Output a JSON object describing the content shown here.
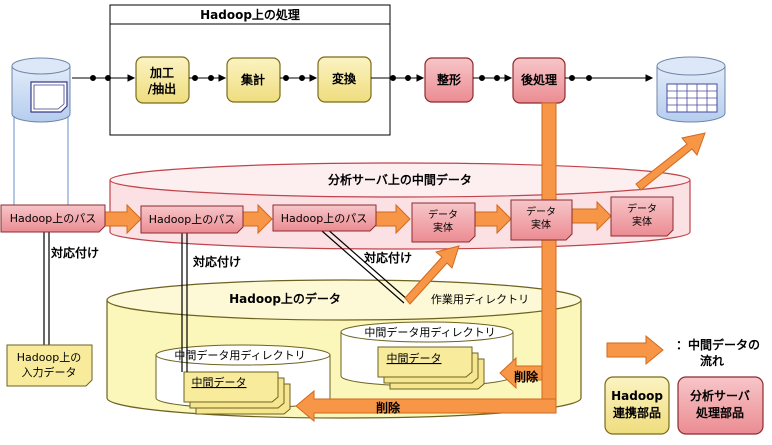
{
  "hadoop_process": {
    "title": "Hadoop上の処理",
    "steps": [
      {
        "lines": [
          "加工",
          "/抽出"
        ]
      },
      {
        "lines": [
          "集計"
        ]
      },
      {
        "lines": [
          "変換"
        ]
      }
    ]
  },
  "server_steps": [
    {
      "lines": [
        "整形"
      ]
    },
    {
      "lines": [
        "後処理"
      ]
    }
  ],
  "intermediate_server": {
    "title": "分析サーバ上の中間データ",
    "paths": [
      "Hadoop上のパス",
      "Hadoop上のパス",
      "Hadoop上のパス"
    ],
    "entities": [
      {
        "lines": [
          "データ",
          "実体"
        ]
      },
      {
        "lines": [
          "データ",
          "実体"
        ]
      },
      {
        "lines": [
          "データ",
          "実体"
        ]
      }
    ]
  },
  "mapping_labels": [
    "対応付け",
    "対応付け",
    "対応付け"
  ],
  "hadoop_data": {
    "title": "Hadoop上のデータ",
    "work_dir": "作業用ディレクトリ",
    "intermediate_dir_1": "中間データ用ディレクトリ",
    "intermediate_dir_2": "中間データ用ディレクトリ",
    "intermediate_data_1": "中間データ",
    "intermediate_data_2": "中間データ"
  },
  "input_data": {
    "lines": [
      "Hadoop上の",
      "入力データ"
    ]
  },
  "delete_labels": [
    "削除",
    "削除"
  ],
  "legend": {
    "flow": [
      "：中間データの",
      "流れ"
    ],
    "hadoop_part": [
      "Hadoop",
      "連携部品"
    ],
    "server_part": [
      "分析サーバ",
      "処理部品"
    ]
  },
  "colors": {
    "hadoop_yellow": "#f8ec9c",
    "server_pink": "#f2a3a8",
    "orange_arrow": "#f79646",
    "light_pink_band": "#fbe1e3",
    "light_yellow_band": "#fbf6ba",
    "db_blue": "#c9dcf4"
  }
}
